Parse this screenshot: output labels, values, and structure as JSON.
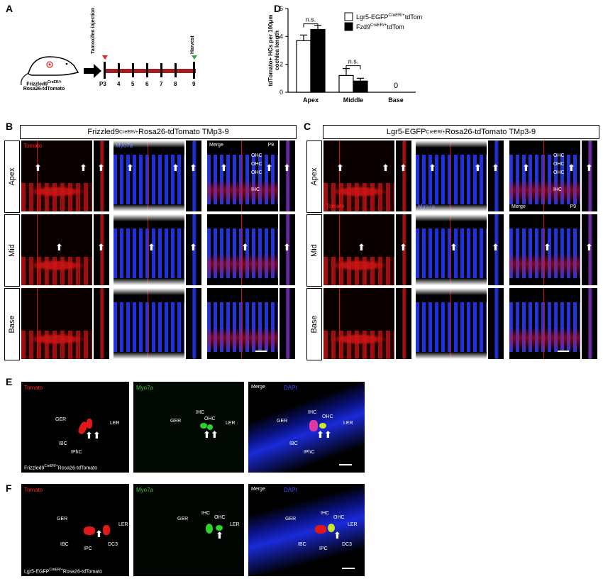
{
  "panels": {
    "A": "A",
    "B": "B",
    "C": "C",
    "D": "D",
    "E": "E",
    "F": "F"
  },
  "schematic": {
    "mouse_label_1": "Frizzled9",
    "mouse_label_1_sup": "CreER/+",
    "mouse_label_2": "Rosa26-tdTomato",
    "tamoxifen": "Tamoxifen injection",
    "harvest": "Harvest",
    "timeline": [
      "P3",
      "4",
      "5",
      "6",
      "7",
      "8",
      "9"
    ]
  },
  "chart_data": {
    "type": "bar",
    "categories": [
      "Apex",
      "Middle",
      "Base"
    ],
    "series": [
      {
        "name": "Lgr5-EGFP CreER/+ tdTom",
        "values": [
          3.7,
          1.2,
          0
        ],
        "errors": [
          0.4,
          0.5,
          0
        ],
        "color": "#ffffff"
      },
      {
        "name": "Fzd9 CreER/+ tdTom",
        "values": [
          4.5,
          0.8,
          0
        ],
        "errors": [
          0.3,
          0.2,
          0
        ],
        "color": "#000000"
      }
    ],
    "ylabel": "tdTomato+ HCs per 100μm cochlea length",
    "ylim": [
      0,
      6
    ],
    "yticks": [
      "0",
      "2",
      "4",
      "6"
    ],
    "annotations": [
      "n.s.",
      "n.s.",
      "0"
    ],
    "legend_position": "top-right",
    "legend": [
      {
        "main": "Lgr5-EGFP",
        "sup": "CreER/+",
        "tail": "tdTom"
      },
      {
        "main": "Fzd9",
        "sup": "CreER/+",
        "tail": "tdTom"
      }
    ]
  },
  "panelB": {
    "header_main": "Frizzled9",
    "header_sup": "CreER/+",
    "header_tail": "Rosa26-tdTomato TMp3-9",
    "rows": [
      "Apex",
      "Mid",
      "Base"
    ],
    "ch_tomato": "Tomato",
    "ch_myo": "Myo7a",
    "ch_merge": "Merge",
    "day": "P9",
    "ohc": "OHC",
    "ihc": "IHC"
  },
  "panelC": {
    "header_main": "Lgr5-EGFP",
    "header_sup": "CreER/+",
    "header_tail": "Rosa26-tdTomato TMp3-9",
    "rows": [
      "Apex",
      "Mid",
      "Base"
    ],
    "ch_tomato": "Tomato",
    "ch_myo": "Myo7a",
    "ch_merge": "Merge",
    "day": "P9",
    "ohc": "OHC",
    "ihc": "IHC"
  },
  "panelE": {
    "ch_tomato": "Tomato",
    "ch_myo": "Myo7a",
    "ch_merge": "Merge",
    "ch_dapi": "DAPI",
    "ger": "GER",
    "ler": "LER",
    "ibc": "IBC",
    "iphc": "IPhC",
    "ihc": "IHC",
    "ohc": "OHC",
    "strain_main": "Frizzled9",
    "strain_sup": "CreER/+",
    "strain_tail": "Rosa26-tdTomato"
  },
  "panelF": {
    "ch_tomato": "Tomato",
    "ch_myo": "Myo7a",
    "ch_merge": "Merge",
    "ch_dapi": "DAPI",
    "ger": "GER",
    "ler": "LER",
    "ibc": "IBC",
    "ipc": "IPC",
    "dc3": "DC3",
    "ihc": "IHC",
    "ohc": "OHC",
    "strain_main": "Lgr5-EGFP",
    "strain_sup": "CreER/+",
    "strain_tail": "Rosa26-tdTomato"
  }
}
